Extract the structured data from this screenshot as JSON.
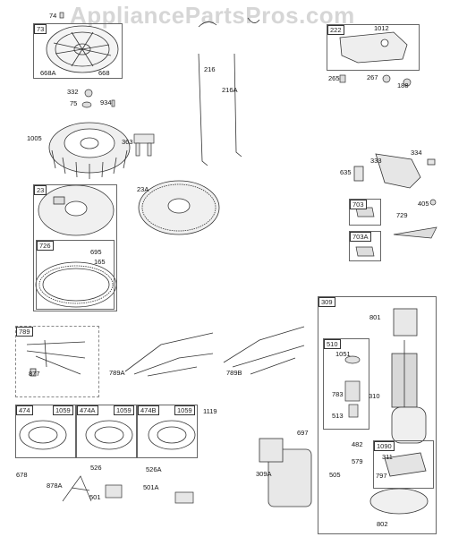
{
  "watermark": "AppliancePartsPros.com",
  "boxes": {
    "b73": "73",
    "b222": "222",
    "b23": "23",
    "b726": "726",
    "b703": "703",
    "b703a": "703A",
    "b789": "789",
    "b309": "309",
    "b510": "510",
    "b474": "474",
    "b474a": "474A",
    "b474b": "474B",
    "b1059a": "1059",
    "b1059b": "1059",
    "b1059c": "1059",
    "b1090": "1090"
  },
  "labels": {
    "p74": "74",
    "p668a": "668A",
    "p668": "668",
    "p332": "332",
    "p75": "75",
    "p934": "934",
    "p1005": "1005",
    "p363": "363",
    "p216": "216",
    "p216a": "216A",
    "p1012": "1012",
    "p265": "265",
    "p267": "267",
    "p188": "188",
    "p635": "635",
    "p333": "333",
    "p334": "334",
    "p23a": "23A",
    "p695": "695",
    "p165": "165",
    "p405": "405",
    "p729": "729",
    "p877": "877",
    "p789a": "789A",
    "p789b": "789B",
    "p801": "801",
    "p1051": "1051",
    "p783": "783",
    "p310": "310",
    "p513": "513",
    "p1119": "1119",
    "p697": "697",
    "p482": "482",
    "p579": "579",
    "p311": "311",
    "p797": "797",
    "p505": "505",
    "p802": "802",
    "p309a": "309A",
    "p678": "678",
    "p878a": "878A",
    "p526": "526",
    "p501": "501",
    "p526a": "526A",
    "p501a": "501A"
  }
}
